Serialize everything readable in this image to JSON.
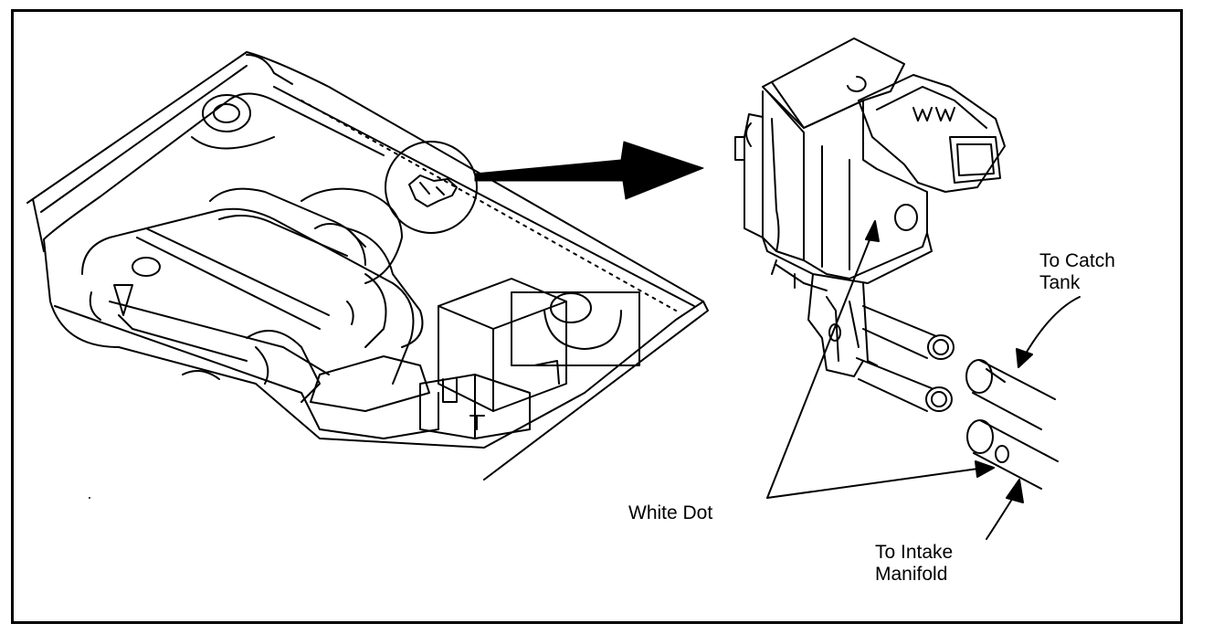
{
  "labels": {
    "catch_tank": "To Catch\nTank",
    "white_dot": "White Dot",
    "intake": "To Intake\nManifold"
  },
  "colors": {
    "ink": "#000000",
    "paper": "#ffffff"
  },
  "icons": {
    "arrow": "large-pointer-arrow",
    "component": "solenoid-valve"
  }
}
